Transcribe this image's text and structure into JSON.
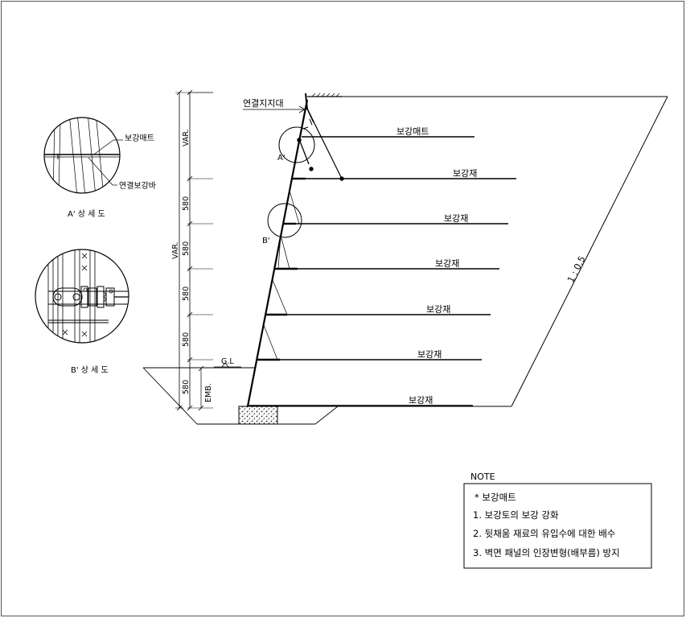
{
  "detail_a": {
    "title": "A' 상 세 도",
    "mat_label": "보강매트",
    "bar_label": "연결보강바"
  },
  "detail_b": {
    "title": "B' 상 세 도"
  },
  "section": {
    "connector_label": "연결지지대",
    "mat_label": "보강매트",
    "reinforcement_labels": [
      "보강재",
      "보강재",
      "보강재",
      "보강재",
      "보강재",
      "보강재"
    ],
    "marker_a": "A'",
    "marker_b": "B'",
    "slope_label": "1 : 0.5",
    "ground_level": "G.L",
    "dimensions": [
      "VAR.",
      "580",
      "580",
      "580",
      "580",
      "580",
      "EMB."
    ],
    "left_dimension": "VAR."
  },
  "note": {
    "heading": "NOTE",
    "title": "* 보강매트",
    "items": [
      "1. 보강토의 보강 강화",
      "2. 뒷채움 재료의 유입수에 대한 배수",
      "3. 벽면 패널의 인장변형(배부름) 방지"
    ]
  }
}
